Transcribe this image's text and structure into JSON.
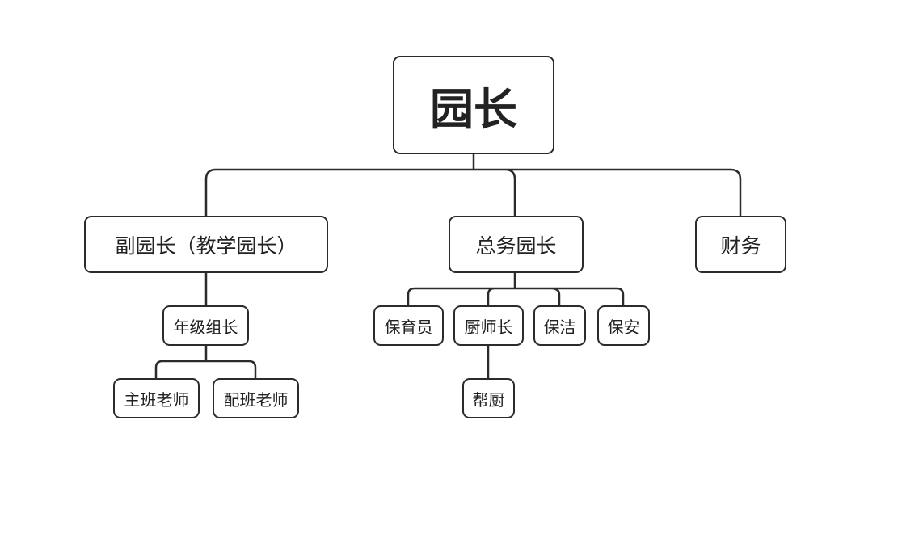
{
  "org_chart": {
    "root": {
      "label": "园长"
    },
    "level1": {
      "vice_principal": {
        "label": "副园长（教学园长）"
      },
      "general_affairs": {
        "label": "总务园长"
      },
      "finance": {
        "label": "财务"
      }
    },
    "vice_children": {
      "grade_leader": {
        "label": "年级组长"
      }
    },
    "grade_children": {
      "head_teacher": {
        "label": "主班老师"
      },
      "assistant_teacher": {
        "label": "配班老师"
      }
    },
    "general_children": {
      "nursery_staff": {
        "label": "保育员"
      },
      "head_chef": {
        "label": "厨师长"
      },
      "cleaning": {
        "label": "保洁"
      },
      "security": {
        "label": "保安"
      }
    },
    "chef_children": {
      "kitchen_helper": {
        "label": "帮厨"
      }
    }
  },
  "colors": {
    "line": "#2b2b2b",
    "text": "#222222",
    "background": "#ffffff"
  }
}
